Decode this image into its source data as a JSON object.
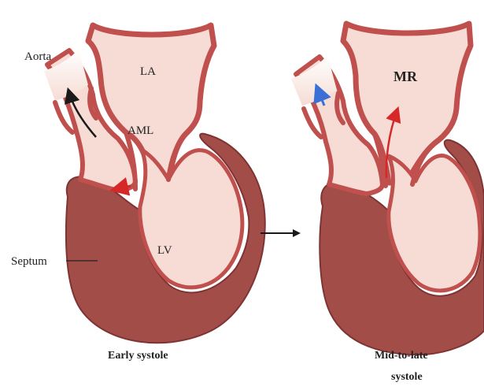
{
  "labels": {
    "aorta": "Aorta",
    "la": "LA",
    "aml": "AML",
    "lv": "LV",
    "septum": "Septum",
    "mr": "MR",
    "caption_left": "Early systole",
    "caption_right_line1": "Mid-to-late",
    "caption_right_line2": "systole"
  },
  "colors": {
    "chamber_fill": "#f6dcd4",
    "wall_outline": "#c0504d",
    "wall_fill": "#e8a090",
    "myocardium": "#a34d49",
    "myocardium_outline": "#7e3434",
    "flow_arrow_black": "#1a1a1a",
    "flow_arrow_red": "#d62828",
    "flow_arrow_blue": "#3a6fd8"
  }
}
